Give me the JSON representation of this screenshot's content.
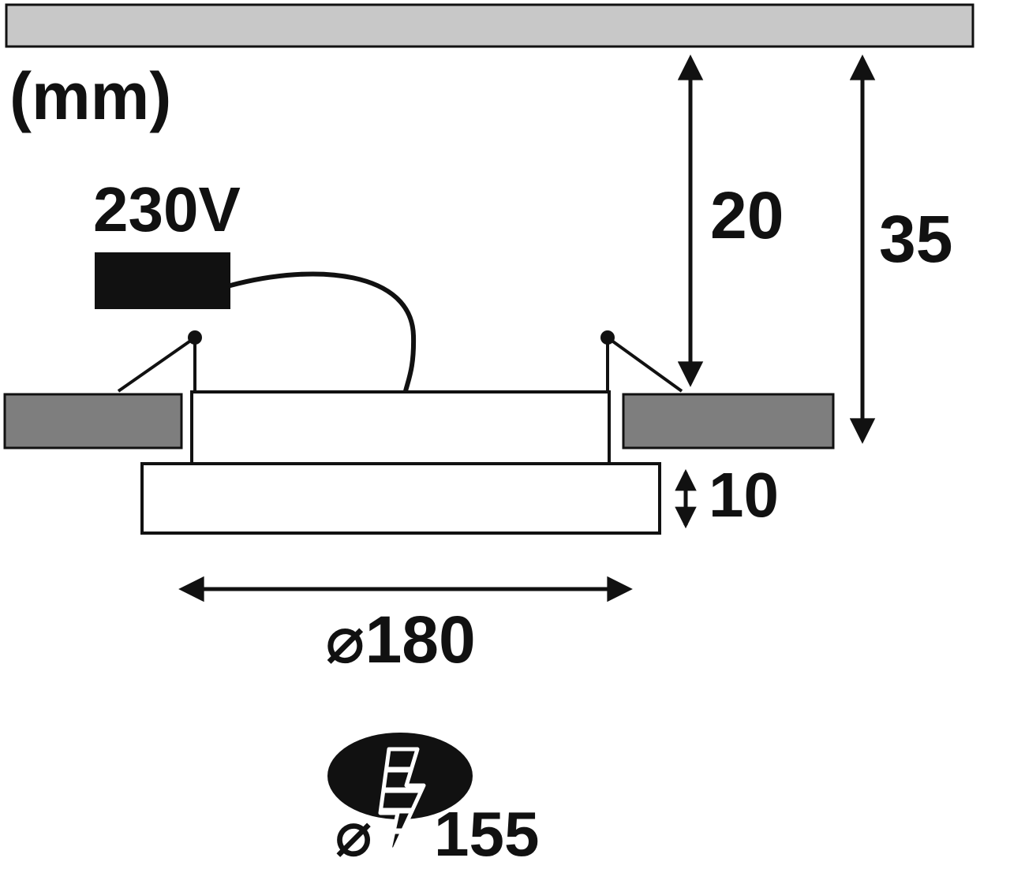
{
  "labels": {
    "unit": "(mm)",
    "voltage": "230V",
    "recess_depth": "20",
    "install_depth": "35",
    "panel_thickness": "10",
    "panel_diameter": "⌀180",
    "cutout_prefix": "⌀",
    "cutout_value": "155"
  },
  "icons": {
    "lightning_bolt": "zigzag-bolt-with-white-stripes (SVG shape)",
    "diameter_sign": "⌀"
  },
  "colors": {
    "ceiling_gray": "#c8c8c8",
    "clamp_gray": "#7e7e7e",
    "ink": "#111111",
    "background": "#ffffff"
  }
}
